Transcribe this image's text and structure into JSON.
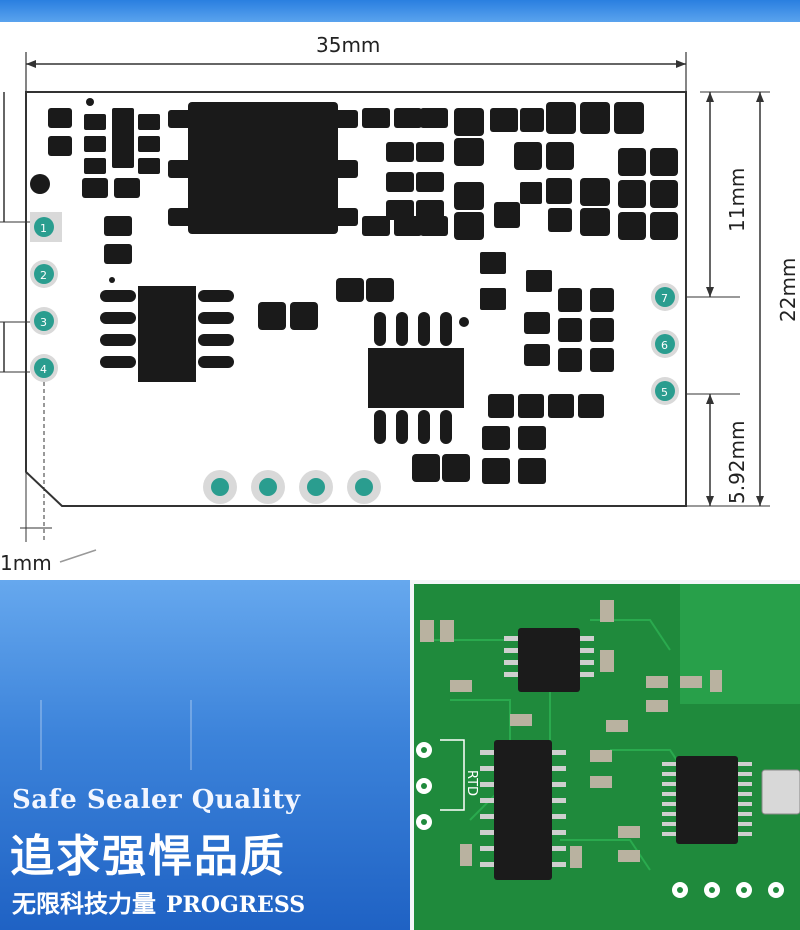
{
  "dimensions": {
    "width": "35mm",
    "height": "22mm",
    "upper": "11mm",
    "lower": "5.92mm",
    "pad_pitch": "1mm"
  },
  "pins": {
    "left": [
      "1",
      "2",
      "3",
      "4"
    ],
    "right": [
      "7",
      "6",
      "5"
    ]
  },
  "pcb_label": "RTD",
  "banner": {
    "tagline_en": "Safe Sealer Quality",
    "tagline_cn": "追求强悍品质",
    "sub_cn": "无限科技力量",
    "sub_en": "PROGRESS"
  },
  "colors": {
    "pad": "#1a1a1a",
    "pin": "#2a9d8f",
    "banner": "#2f78d6",
    "pcb": "#1f8a3c"
  }
}
